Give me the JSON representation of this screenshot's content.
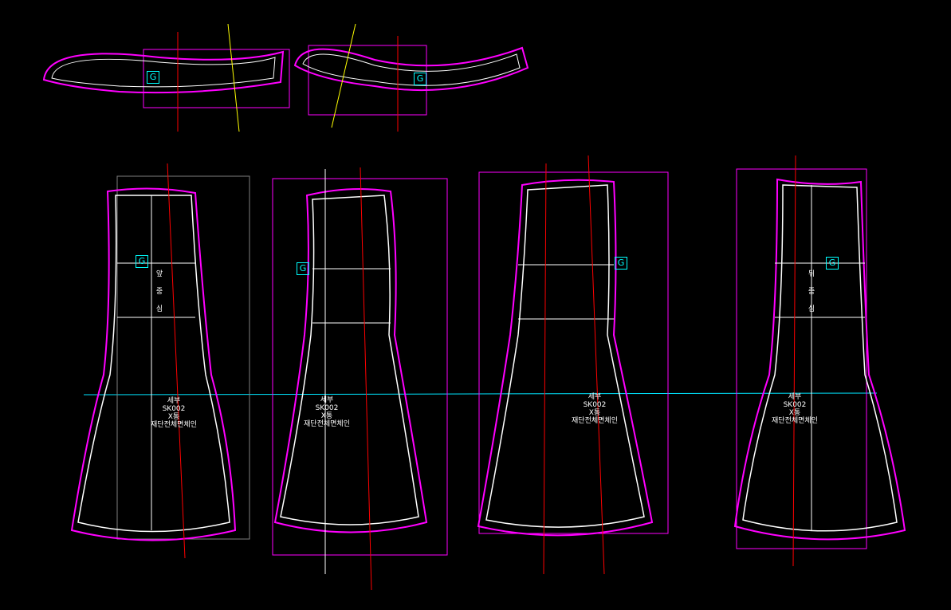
{
  "colors": {
    "outline": "#ff00ff",
    "seam": "#ffffff",
    "grain": "#ff0000",
    "notch": "#ffff00",
    "guide": "#00e5ff",
    "box": "#808080"
  },
  "grain_marker": "G",
  "pieces": [
    {
      "id": "front",
      "center_label": [
        "앞",
        "중",
        "심"
      ],
      "info": [
        "세부",
        "SK002",
        "X통",
        "재단전체면체인"
      ]
    },
    {
      "id": "front-side",
      "info": [
        "세부",
        "SK002",
        "X통",
        "재단전체면체인"
      ]
    },
    {
      "id": "back-side",
      "info": [
        "세부",
        "SK002",
        "X통",
        "재단전체면체인"
      ]
    },
    {
      "id": "back",
      "center_label": [
        "뒤",
        "중",
        "심"
      ],
      "info": [
        "세부",
        "SK002",
        "X통",
        "재단전체면체인"
      ]
    }
  ]
}
